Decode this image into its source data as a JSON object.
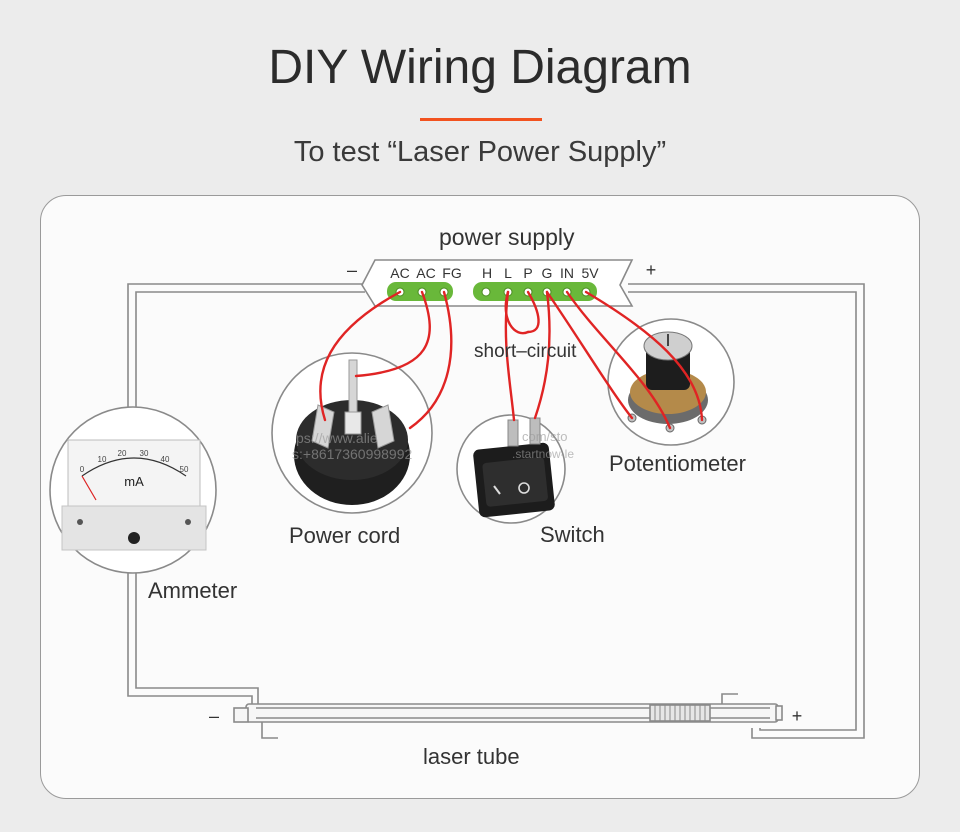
{
  "header": {
    "title": "DIY Wiring Diagram",
    "subtitle": "To test “Laser Power Supply”"
  },
  "power_supply": {
    "label": "power supply",
    "minus": "–",
    "plus": "+",
    "terminals_left": [
      "AC",
      "AC",
      "FG"
    ],
    "terminals_right": [
      "H",
      "L",
      "P",
      "G",
      "IN",
      "5V"
    ],
    "board_color": "#69b83a"
  },
  "labels": {
    "short_circuit": "short–circuit",
    "potentiometer": "Potentiometer",
    "power_cord": "Power cord",
    "switch": "Switch",
    "ammeter": "Ammeter",
    "laser_tube": "laser tube",
    "tube_minus": "–",
    "tube_plus": "+"
  },
  "ammeter": {
    "unit": "mA",
    "scale": [
      "0",
      "10",
      "20",
      "30",
      "40",
      "50"
    ]
  },
  "watermarks": {
    "line1": "ps://www.alie",
    "line2": "s:+8617360998992",
    "line3": "com/sto",
    "line4": ".startnow-le"
  },
  "colors": {
    "accent": "#f2521f",
    "wire_red": "#e02424",
    "frame_gray": "#8a8a8a"
  }
}
